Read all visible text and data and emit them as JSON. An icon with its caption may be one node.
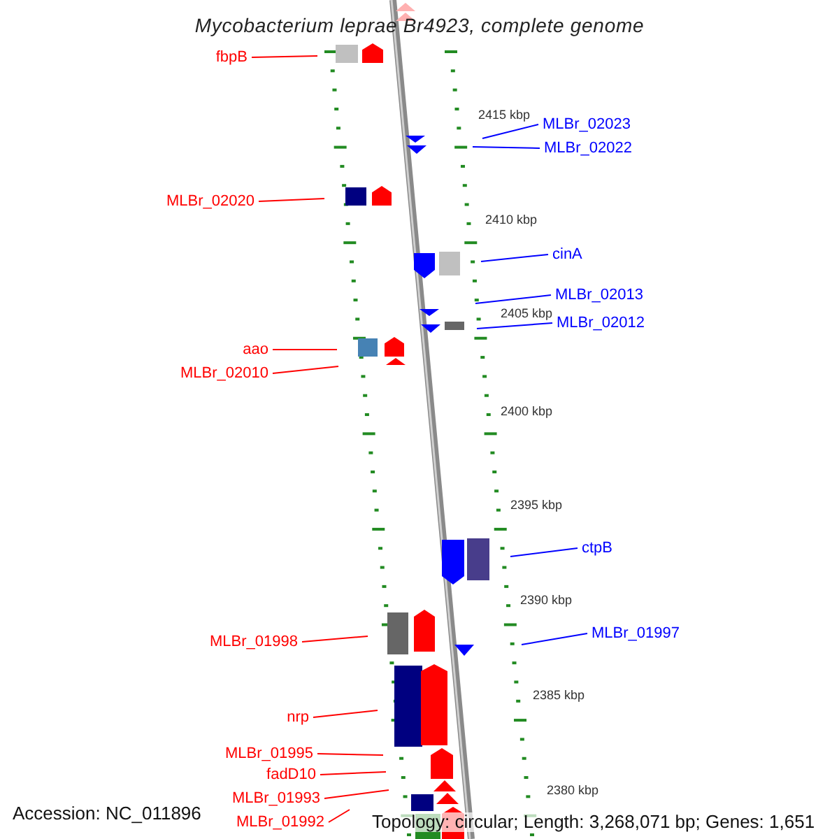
{
  "diagram": {
    "title": "Mycobacterium leprae Br4923, complete genome",
    "nodes": [
      {
        "text": [
          "fbpB"
        ]
      },
      {
        "text": [
          "MLBr_02023"
        ]
      },
      {
        "text": [
          "MLBr_02022"
        ]
      },
      {
        "text": [
          "MLBr_02020"
        ]
      },
      {
        "text": [
          "cinA"
        ]
      },
      {
        "text": [
          "MLBr_02013"
        ]
      },
      {
        "text": [
          "MLBr_02012"
        ]
      },
      {
        "text": [
          "aao"
        ]
      },
      {
        "text": [
          "MLBr_02010"
        ]
      },
      {
        "text": [
          "ctpB"
        ]
      },
      {
        "text": [
          "MLBr_01997"
        ]
      },
      {
        "text": [
          "MLBr_01998"
        ]
      },
      {
        "text": [
          "nrp"
        ]
      },
      {
        "text": [
          "MLBr_01995"
        ]
      },
      {
        "text": [
          "fadD10"
        ]
      },
      {
        "text": [
          "MLBr_01993"
        ]
      },
      {
        "text": [
          "MLBr_01992"
        ]
      }
    ],
    "edges": [
      {
        "from": 0,
        "to": null,
        "arrow": "none"
      },
      {
        "from": 1,
        "to": null,
        "arrow": "none",
        "color": "#0000ff"
      },
      {
        "from": 2,
        "to": null,
        "arrow": "none",
        "color": "#0000ff"
      },
      {
        "from": 3,
        "to": null,
        "arrow": "none"
      },
      {
        "from": 4,
        "to": null,
        "arrow": "none",
        "color": "#0000ff"
      },
      {
        "from": 5,
        "to": null,
        "arrow": "none",
        "color": "#0000ff"
      },
      {
        "from": 6,
        "to": null,
        "arrow": "none",
        "color": "#0000ff"
      },
      {
        "from": 7,
        "to": null,
        "arrow": "none"
      },
      {
        "from": 8,
        "to": null,
        "arrow": "none"
      },
      {
        "from": 9,
        "to": null,
        "arrow": "none",
        "color": "#0000ff"
      },
      {
        "from": 10,
        "to": null,
        "arrow": "none",
        "color": "#0000ff"
      },
      {
        "from": 11,
        "to": null,
        "arrow": "none"
      },
      {
        "from": 12,
        "to": null,
        "arrow": "none"
      },
      {
        "from": 13,
        "to": null,
        "arrow": "none"
      },
      {
        "from": 14,
        "to": null,
        "arrow": "none"
      },
      {
        "from": 15,
        "to": null,
        "arrow": "none"
      },
      {
        "from": 16,
        "to": null,
        "arrow": "none"
      }
    ],
    "labels": [
      "2415 kbp",
      "2410 kbp",
      "2405 kbp",
      "2400 kbp",
      "2395 kbp",
      "2390 kbp",
      "2385 kbp",
      "2380 kbp",
      "Accession: NC_011896",
      "Topology: circular; Length: 3,268,071 bp; Genes: 1,651"
    ]
  }
}
